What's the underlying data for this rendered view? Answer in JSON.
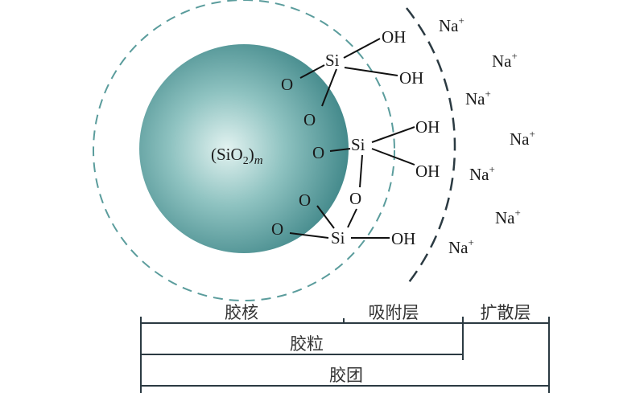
{
  "core": {
    "formula": "(SiO",
    "sub": "2",
    "close": ")",
    "m": "m"
  },
  "atoms": {
    "si": "Si",
    "o": "O",
    "oh": "OH"
  },
  "ion": {
    "base": "Na",
    "charge": "+"
  },
  "labels": {
    "core": "胶核",
    "adsorption_layer": "吸附层",
    "diffusion_layer": "扩散层",
    "colloidal_particle": "胶粒",
    "micelle": "胶团"
  },
  "colors": {
    "sphere": "#4e9597",
    "inner_dash": "#5a9c9c",
    "outer_dash": "#2b3a42"
  }
}
